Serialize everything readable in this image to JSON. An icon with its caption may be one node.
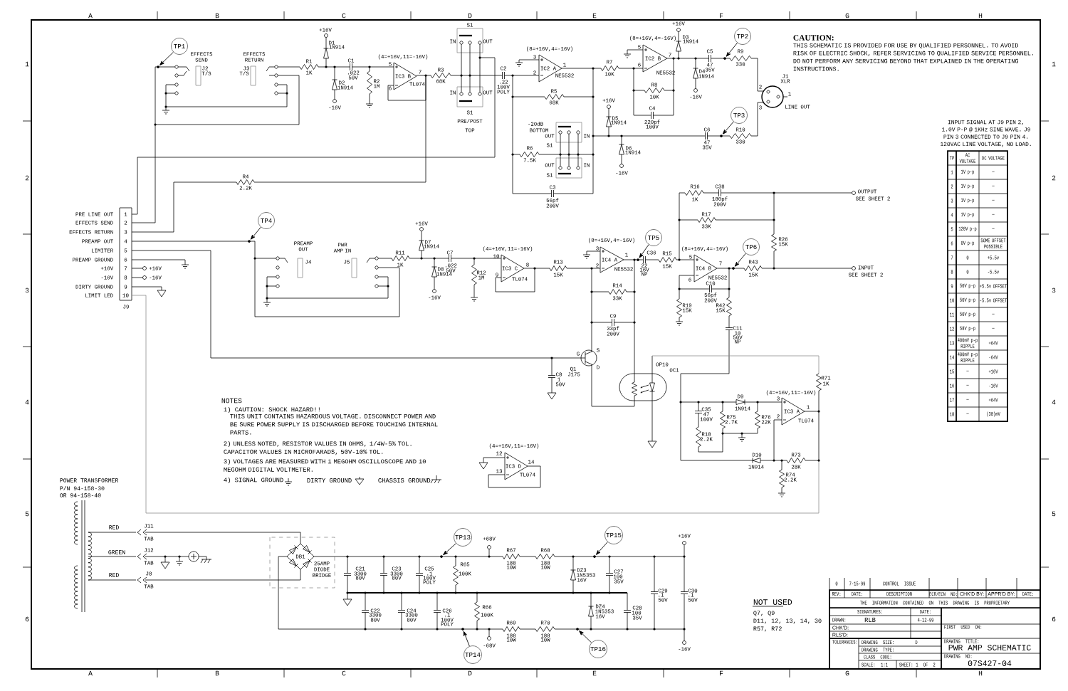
{
  "diagram": {
    "nodes": [
      {
        "text": [
          "TP1"
        ]
      },
      {
        "text": [
          "TP2"
        ]
      },
      {
        "text": [
          "TP3"
        ]
      },
      {
        "text": [
          "TP4"
        ]
      },
      {
        "text": [
          "TP5"
        ]
      },
      {
        "text": [
          "TP6"
        ]
      },
      {
        "text": [
          "TP13"
        ]
      },
      {
        "text": [
          "TP14"
        ]
      },
      {
        "text": [
          "TP15"
        ]
      },
      {
        "text": [
          "TP16"
        ]
      },
      {
        "text": [],
        "shape": "dot"
      },
      {
        "text": [],
        "shape": "dot"
      },
      {
        "text": [],
        "shape": "dot"
      },
      {
        "text": [],
        "shape": "dot"
      },
      {
        "text": [],
        "shape": "dot"
      },
      {
        "text": [],
        "shape": "dot"
      },
      {
        "text": [],
        "shape": "dot"
      },
      {
        "text": [],
        "shape": "dot"
      },
      {
        "text": [],
        "shape": "dot"
      },
      {
        "text": [],
        "shape": "dot"
      }
    ],
    "edges": [
      {
        "from": 0,
        "to": 10,
        "arrow": "to"
      },
      {
        "from": 1,
        "to": 18,
        "arrow": "to"
      },
      {
        "from": 2,
        "to": 17,
        "arrow": "to"
      },
      {
        "from": 3,
        "to": 11,
        "arrow": "to"
      },
      {
        "from": 4,
        "to": 16,
        "arrow": "to"
      },
      {
        "from": 5,
        "to": 19,
        "arrow": "to"
      },
      {
        "from": 6,
        "to": 12,
        "arrow": "to"
      },
      {
        "from": 7,
        "to": 13,
        "arrow": "to"
      },
      {
        "from": 8,
        "to": 15,
        "arrow": "to"
      },
      {
        "from": 9,
        "to": 14,
        "arrow": "to"
      }
    ],
    "labels": [
      "A",
      "B",
      "C",
      "D",
      "E",
      "F",
      "G",
      "H",
      "1",
      "2",
      "3",
      "4",
      "5",
      "6",
      "1",
      "2",
      "3",
      "4",
      "5",
      "6",
      "A",
      "B",
      "C",
      "D",
      "E",
      "F",
      "G",
      "H",
      "EFFECTS SEND",
      "J2",
      "T/S",
      "EFFECTS RETURN",
      "J3",
      "T/S",
      "+16V",
      "D1",
      "1N914",
      "R1",
      "1K",
      "C1",
      ".022",
      "50V",
      "D2",
      "1N914",
      "-16V",
      "R2",
      "1M",
      "(4=+16V,11=-16V)",
      "5",
      "6",
      "7",
      "IC3 B",
      "TL074",
      "R3",
      "68K",
      "S1",
      "IN",
      "OUT",
      "IN",
      "OUT",
      "S1",
      "PRE/POST",
      "TOP",
      "C2",
      ".22",
      "100V",
      "POLY",
      "R4",
      "2.2K",
      "(8=+16V,4=-16V)",
      "3",
      "2",
      "1",
      "IC2 A",
      "NE5532",
      "R7",
      "10K",
      "(8=+16V,4=-16V)",
      "5",
      "6",
      "7",
      "IC2 B",
      "NE5532",
      "+16V",
      "D3",
      "1N914",
      "D4",
      "1N914",
      "-16V",
      "R8",
      "10K",
      "C4",
      "220pf",
      "100V",
      "R5",
      "68K",
      "+16V",
      "D5",
      "1N914",
      "D6",
      "1N914",
      "-16V",
      "-20dB",
      "BOTTOM",
      "OUT",
      "IN",
      "S1",
      "OUT",
      "IN",
      "S1",
      "R6",
      "7.5K",
      "C3",
      "56pf",
      "200V",
      "C5",
      "47",
      "35V",
      "R9",
      "330",
      "J1",
      "XLR",
      "1",
      "2",
      "3",
      "LINE OUT",
      "C6",
      "47",
      "35V",
      "R10",
      "330",
      "CAUTION:",
      "THIS SCHEMATIC IS PROVIDED FOR USE BY QUALIFIED PERSONNEL. TO AVOID RISK OF ELECTRIC SHOCK, REFER SERVICING TO QUALIFIED SERVICE PERSONNEL. DO NOT PERFORM ANY SERVICING BEYOND THAT EXPLAINED IN THE OPERATING INSTRUCTIONS.",
      "INPUT SIGNAL AT J9 PIN 2, 1.0V P-P @ 1KHz SINE WAVE. J9 PIN 3 CONNECTED TO J9 PIN 4. 120VAC LINE VOLTAGE, NO LOAD.",
      "TP",
      "AC VOLTAGE",
      "DC VOLTAGE",
      "1",
      "1V p-p",
      "—",
      "2",
      "1V p-p",
      "—",
      "3",
      "1V p-p",
      "—",
      "4",
      "1V p-p",
      "—",
      "5",
      "120V p-p",
      "—",
      "6",
      "0V p-p",
      "SOME OFFSET POSSIBLE",
      "7",
      "0",
      "+5.5v",
      "8",
      "0",
      "-5.5v",
      "9",
      "50V p-p",
      "+5.5v OFFSET",
      "10",
      "50V p-p",
      "-5.5v OFFSET",
      "11",
      "50V p-p",
      "—",
      "12",
      "58V p-p",
      "—",
      "13",
      "400mV p-p RIPPLE",
      "+64V",
      "14",
      "400mV p-p RIPPLE",
      "-64V",
      "15",
      "—",
      "+16V",
      "16",
      "—",
      "-16V",
      "17",
      "—",
      "+64V",
      "18",
      "—",
      "(30)mV",
      "R16",
      "1K",
      "C38",
      "180pf",
      "200V",
      "OUTPUT",
      "SEE SHEET 2",
      "R17",
      "33K",
      "R26",
      "15K",
      "INPUT",
      "SEE SHEET 2",
      "(8=+16V,4=-16V)",
      "5",
      "6",
      "7",
      "IC4 B",
      "NE5532",
      "R43",
      "15K",
      "C10",
      "56pf",
      "200V",
      "R19",
      "15K",
      "R42",
      "15K",
      "C11",
      "10",
      "50V",
      "NP",
      "C36",
      "22",
      "16V",
      "NP",
      "R15",
      "15K",
      "(8=+16V,4=-16V)",
      "3",
      "2",
      "1",
      "IC4 A",
      "NE5532",
      "R13",
      "15K",
      "R14",
      "33K",
      "C9",
      "33pf",
      "200V",
      "Q1",
      "J175",
      "G",
      "S",
      "D",
      "C8",
      "1",
      "50V",
      "OP10",
      "OC1",
      "(4=+16V,11=-16V)",
      "3",
      "2",
      "1",
      "IC3 A",
      "TL074",
      "D9",
      "C35",
      "1N914",
      "47",
      "100V",
      "R75",
      "2.7K",
      "R76",
      "22K",
      "R18",
      "2.2K",
      "R71",
      "1K",
      "D10",
      "1N914",
      "R73",
      "28K",
      "R74",
      "2.2K",
      "PRE LINE OUT",
      "EFFECTS SEND",
      "EFFECTS RETURN",
      "PREAMP OUT",
      "LIMITER",
      "PREAMP GROUND",
      "+16V",
      "-16V",
      "DIRTY GROUND",
      "LIMIT LED",
      "1",
      "2",
      "3",
      "4",
      "5",
      "6",
      "7",
      "8",
      "9",
      "10",
      "J9",
      "+16V",
      "-16V",
      "PREAMP OUT",
      "J4",
      "PWR AMP IN",
      "J5",
      "+16V",
      "D7",
      "1N914",
      "R11",
      "1K",
      "D8",
      "1N914",
      "C7",
      ".022",
      "50V",
      "-16V",
      "R12",
      "1M",
      "(4=+16V,11=-16V)",
      "10",
      "9",
      "8",
      "IC3 C",
      "TL074",
      "NOTES",
      "1) CAUTION: SHOCK HAZARD!!",
      "THIS UNIT CONTAINS HAZARDOUS VOLTAGE. DISCONNECT POWER AND BE SURE POWER SUPPLY IS DISCHARGED BEFORE TOUCHING INTERNAL PARTS.",
      "2) UNLESS NOTED, RESISTOR VALUES IN OHMS, 1/4W-5% TOL. CAPACITOR VALUES IN MICROFARADS, 50V-10% TOL.",
      "3) VOLTAGES ARE MEASURED WITH 1 MEGOHM OSCILLOSCOPE AND 10 MEGOHM DIGITAL VOLTMETER.",
      "4) SIGNAL GROUND",
      "DIRTY GROUND",
      "CHASSIS GROUND",
      "(4=+16V,11=-16V)",
      "12",
      "13",
      "14",
      "IC3 D",
      "TL074",
      "POWER TRANSFORMER",
      "P/N 94-158-30",
      "OR 94-158-40",
      "RED",
      "GREEN",
      "RED",
      "J11",
      "TAB",
      "J12",
      "TAB",
      "J8",
      "TAB",
      "DB1",
      "25AMP DIODE BRIDGE",
      "C21",
      "3300",
      "80V",
      "C23",
      "3300",
      "80V",
      "C25",
      ".1",
      "100V",
      "POLY",
      "R65",
      "100K",
      "C22",
      "3300",
      "80V",
      "C24",
      "3300",
      "80V",
      "C26",
      ".1",
      "100V",
      "POLY",
      "R66",
      "100K",
      "+68V",
      "-68V",
      "R67",
      "188",
      "10W",
      "R68",
      "188",
      "10W",
      "R69",
      "188",
      "10W",
      "R70",
      "188",
      "10W",
      "DZ3",
      "1N5353",
      "16V",
      "C27",
      "100",
      "35V",
      "DZ4",
      "1N5353",
      "16V",
      "C28",
      "100",
      "35V",
      "C29",
      ".1",
      "50V",
      "C30",
      ".1",
      "50V",
      "+16V",
      "-16V",
      "NOT USED",
      "Q7, Q9",
      "D11, 12, 13, 14, 30",
      "R57, R72",
      "0",
      "7-15-99",
      "CONTROL ISSUE",
      "REV:",
      "DATE:",
      "DESCRIPTION",
      "ECR/ECN NO:",
      "CHK'D BY:",
      "APPR'D BY:",
      "DATE:",
      "THE INFORMATION CONTAINED ON THIS DRAWING IS PROPRIETARY",
      "SIGNATURES:",
      "DATE:",
      "DRAWN:",
      "RLB",
      "4-12-99",
      "CHK'D:",
      "RLS'D:",
      "TOLERANCES:",
      "DRAWING SIZE:",
      "D",
      "DRAWING TYPE:",
      "CLASS CODE:",
      "SCALE:",
      "1:1",
      "SHEET:",
      "1 OF 2",
      "FIRST USED ON:",
      "DRAWING TITLE:",
      "PWR AMP SCHEMATIC",
      "DRAWING NO:",
      "07S427-04"
    ]
  }
}
